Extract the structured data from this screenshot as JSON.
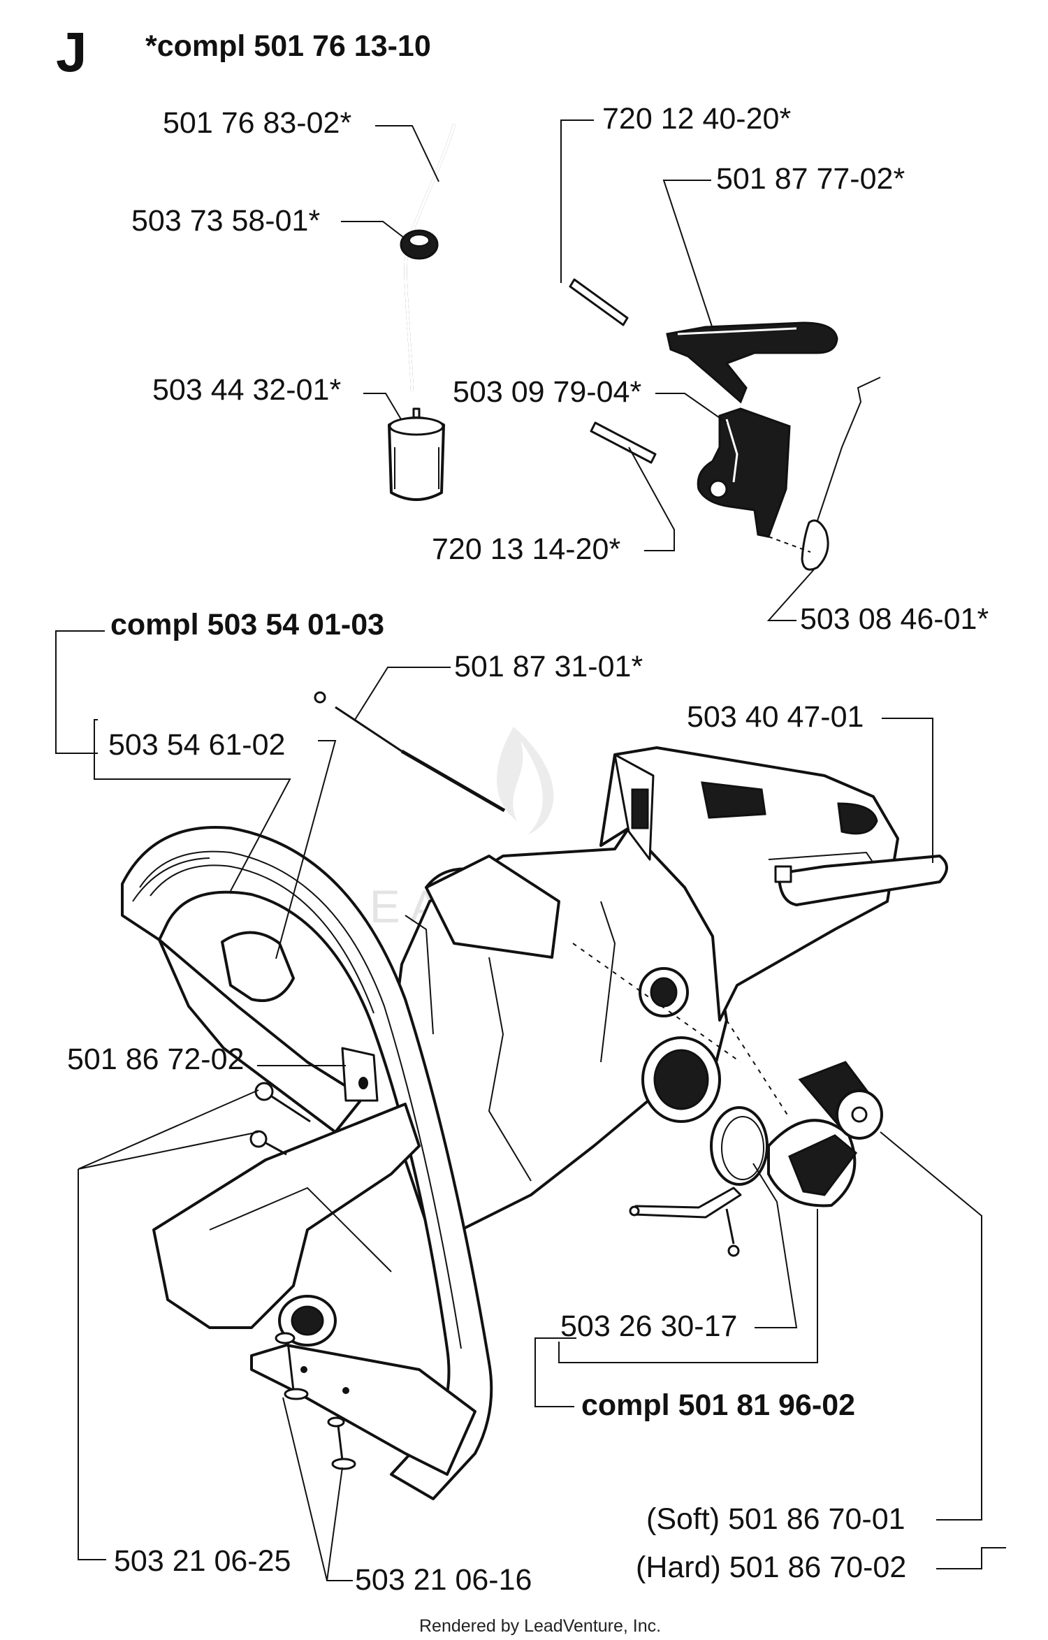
{
  "section": "J",
  "footer": "Rendered by LeadVenture, Inc.",
  "watermark": "LEADVENTURE",
  "kits": {
    "fuel_kit": "*compl 501 76 13-10",
    "handle_kit": "compl 503 54 01-03",
    "cap_kit": "compl 501 81 96-02"
  },
  "parts": {
    "p501_76_83_02": "501 76 83-02*",
    "p503_73_58_01": "503 73 58-01*",
    "p503_44_32_01": "503 44 32-01*",
    "p720_12_40_20": "720 12 40-20*",
    "p501_87_77_02": "501 87 77-02*",
    "p503_09_79_04": "503 09 79-04*",
    "p720_13_14_20": "720 13 14-20*",
    "p503_08_46_01": "503 08 46-01*",
    "p501_87_31_01": "501 87 31-01*",
    "p503_54_61_02": "503 54 61-02",
    "p503_40_47_01": "503 40 47-01",
    "p501_86_72_02": "501 86 72-02",
    "p503_26_30_17": "503 26 30-17",
    "p501_86_70_01": "(Soft) 501 86 70-01",
    "p501_86_70_02": "(Hard) 501 86 70-02",
    "p503_21_06_25": "503 21 06-25",
    "p503_21_06_16": "503 21 06-16"
  }
}
